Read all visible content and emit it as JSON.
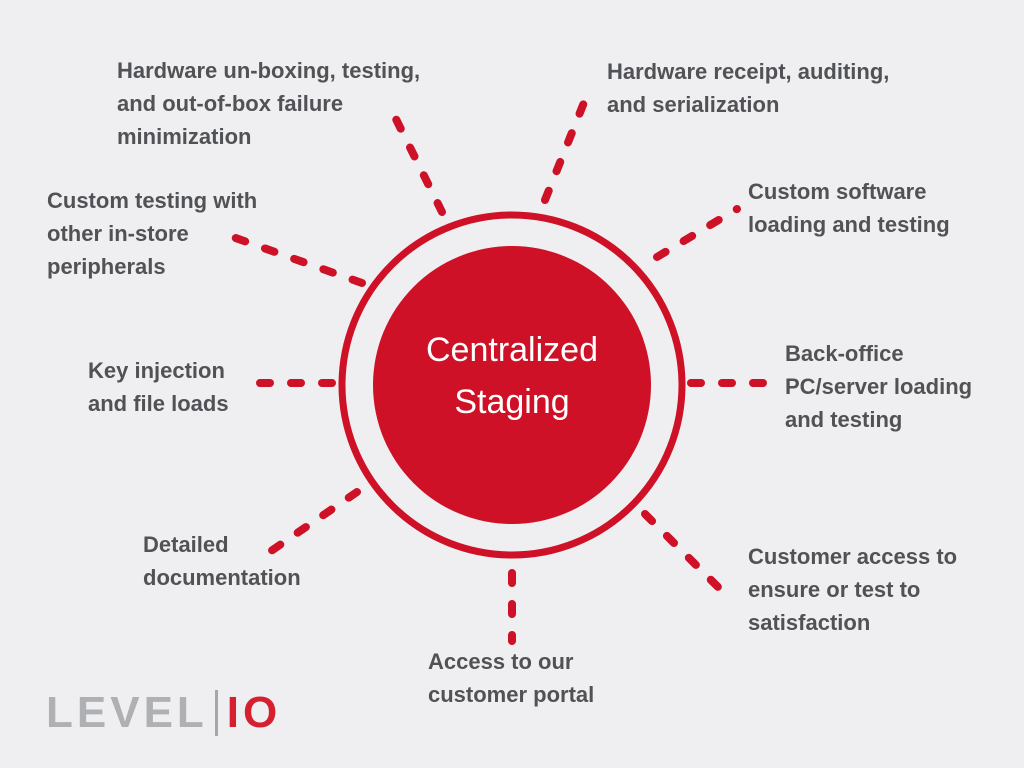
{
  "title": "Centralized Staging diagram",
  "colors": {
    "red": "#CE1126",
    "text_gray": "#515256",
    "logo_gray": "#AEB0B3",
    "logo_divider_gray": "#A4A6A9",
    "logo_red": "#D6202F",
    "background": "#EFEFF1",
    "circle_text": "#FFFFFF"
  },
  "center": {
    "label": "Centralized\nStaging"
  },
  "spokes": [
    {
      "id": "hardware-unboxing",
      "text": "Hardware un-boxing, testing,\nand out-of-box failure\nminimization"
    },
    {
      "id": "hardware-receipt",
      "text": "Hardware receipt, auditing,\nand serialization"
    },
    {
      "id": "custom-testing",
      "text": "Custom testing with\nother in-store\nperipherals"
    },
    {
      "id": "custom-software",
      "text": "Custom software\nloading and testing"
    },
    {
      "id": "key-injection",
      "text": "Key injection\nand file loads"
    },
    {
      "id": "back-office",
      "text": "Back-office\nPC/server loading\nand testing"
    },
    {
      "id": "detailed-documentation",
      "text": "Detailed\ndocumentation"
    },
    {
      "id": "customer-access",
      "text": "Customer access to\nensure or test to\nsatisfaction"
    },
    {
      "id": "customer-portal",
      "text": "Access to our\ncustomer portal"
    }
  ],
  "logo": {
    "left": "LEVEL",
    "right": "IO"
  }
}
